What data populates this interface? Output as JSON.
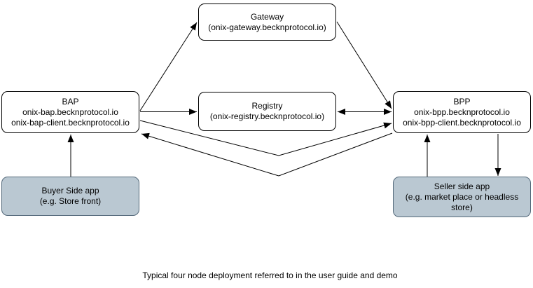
{
  "diagram": {
    "caption": "Typical four node deployment referred to in the user guide and demo",
    "nodes": {
      "gateway": {
        "lines": [
          "Gateway",
          "(onix-gateway.becknprotocol.io)"
        ]
      },
      "bap": {
        "lines": [
          "BAP",
          "onix-bap.becknprotocol.io",
          "onix-bap-client.becknprotocol.io"
        ]
      },
      "registry": {
        "lines": [
          "Registry",
          "(onix-registry.becknprotocol.io)"
        ]
      },
      "bpp": {
        "lines": [
          "BPP",
          "onix-bpp.becknprotocol.io",
          "onix-bpp-client.becknprotocol.io"
        ]
      },
      "buyer_app": {
        "lines": [
          "Buyer Side app",
          "(e.g. Store front)"
        ]
      },
      "seller_app": {
        "lines": [
          "Seller side app",
          "(e.g. market place or headless store)"
        ]
      }
    },
    "edges": [
      {
        "from": "bap",
        "to": "gateway",
        "direction": "one-way"
      },
      {
        "from": "bap",
        "to": "registry",
        "direction": "one-way"
      },
      {
        "from": "registry",
        "to": "bpp",
        "direction": "two-way"
      },
      {
        "from": "gateway",
        "to": "bpp",
        "direction": "one-way"
      },
      {
        "from": "bap",
        "to": "bpp",
        "direction": "one-way"
      },
      {
        "from": "bpp",
        "to": "bap",
        "direction": "one-way"
      },
      {
        "from": "buyer_app",
        "to": "bap",
        "direction": "one-way"
      },
      {
        "from": "seller_app",
        "to": "bpp",
        "direction": "one-way"
      },
      {
        "from": "bpp",
        "to": "seller_app",
        "direction": "one-way"
      }
    ],
    "colors": {
      "node_fill": "#ffffff",
      "node_stroke": "#000000",
      "app_fill": "#bac8d2",
      "app_stroke": "#54697a",
      "wire": "#000000",
      "background": "#ffffff"
    }
  }
}
